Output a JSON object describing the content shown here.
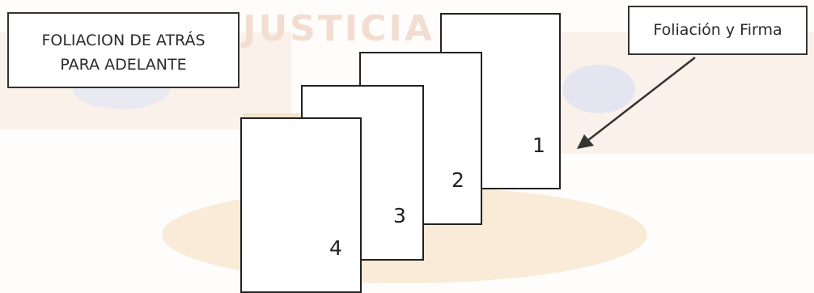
{
  "title_box": {
    "line1": "FOLIACION DE ATRÁS",
    "line2": "PARA ADELANTE"
  },
  "label_box": {
    "text": "Foliación y Firma"
  },
  "watermark": {
    "text": "JUSTICIA"
  },
  "pages": [
    {
      "number": "1"
    },
    {
      "number": "2"
    },
    {
      "number": "3"
    },
    {
      "number": "4"
    }
  ],
  "colors": {
    "watermark_blue": "#cfd6ef",
    "watermark_gold": "#f4e2c8",
    "watermark_text": "#f3ddd1",
    "stroke": "#222222"
  }
}
